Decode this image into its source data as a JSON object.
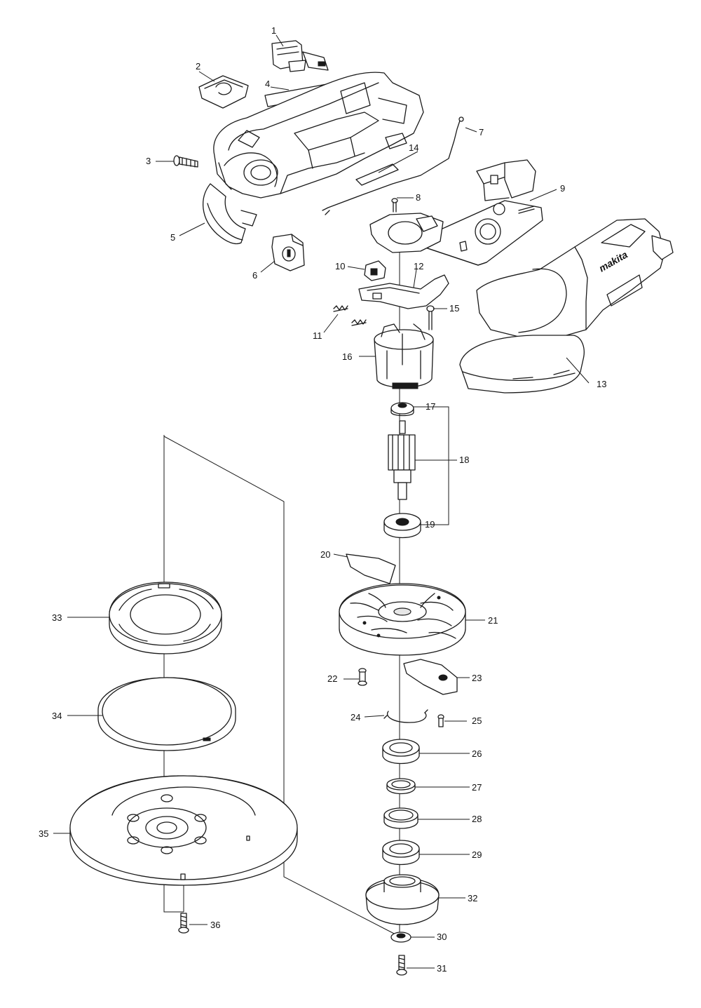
{
  "callouts": {
    "c1": "1",
    "c2": "2",
    "c3": "3",
    "c4": "4",
    "c5": "5",
    "c6": "6",
    "c7": "7",
    "c8": "8",
    "c9": "9",
    "c10": "10",
    "c11": "11",
    "c12": "12",
    "c13": "13",
    "c14": "14",
    "c15": "15",
    "c16": "16",
    "c17": "17",
    "c18": "18",
    "c19": "19",
    "c20": "20",
    "c21": "21",
    "c22": "22",
    "c23": "23",
    "c24": "24",
    "c25": "25",
    "c26": "26",
    "c27": "27",
    "c28": "28",
    "c29": "29",
    "c30": "30",
    "c31": "31",
    "c32": "32",
    "c33": "33",
    "c34": "34",
    "c35": "35",
    "c36": "36"
  },
  "brand_label": "makita"
}
